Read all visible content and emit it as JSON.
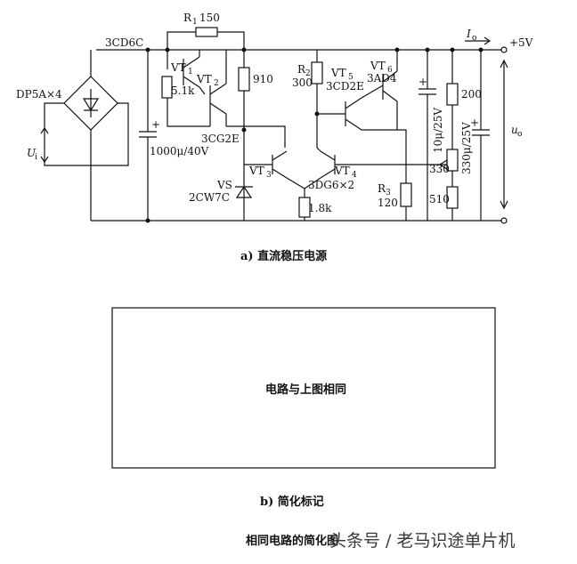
{
  "diagram_a": {
    "caption": "a) 直流稳压电源",
    "labels": {
      "r1": "R",
      "r1_sub": "1",
      "r1_val": "150",
      "cd6c": "3CD6C",
      "vt1": "VT",
      "vt1_sub": "1",
      "vt2": "VT",
      "vt2_sub": "2",
      "r_5k1": "5.1k",
      "r_910": "910",
      "r2": "R",
      "r2_sub": "2",
      "r2_val": "300",
      "vt5": "VT",
      "vt5_sub": "5",
      "cd2e": "3CD2E",
      "vt6": "VT",
      "vt6_sub": "6",
      "ad4": "3AD4",
      "io": "I",
      "io_sub": "o",
      "plus5v": "+5V",
      "dp5a": "DP5A×4",
      "ui": "U",
      "ui_sub": "i",
      "cap1": "1000μ/40V",
      "cg2e": "3CG2E",
      "vt3": "VT",
      "vt3_sub": "3",
      "vt4": "VT",
      "vt4_sub": "4",
      "dg6": "3DG6×2",
      "vs": "VS",
      "zener": "2CW7C",
      "r_18k": "1.8k",
      "r3": "R",
      "r3_sub": "3",
      "r3_val": "120",
      "cap2": "10μ/25V",
      "r_200": "200",
      "r_330": "330",
      "cap3": "330μ/25V",
      "r_510": "510",
      "uo": "u",
      "uo_sub": "o",
      "plus": "+"
    }
  },
  "diagram_b": {
    "box_text": "电路与上图相同",
    "caption": "b) 简化标记"
  },
  "figure_title": "相同电路的简化图",
  "watermark": "头条号 / 老马识途单片机"
}
